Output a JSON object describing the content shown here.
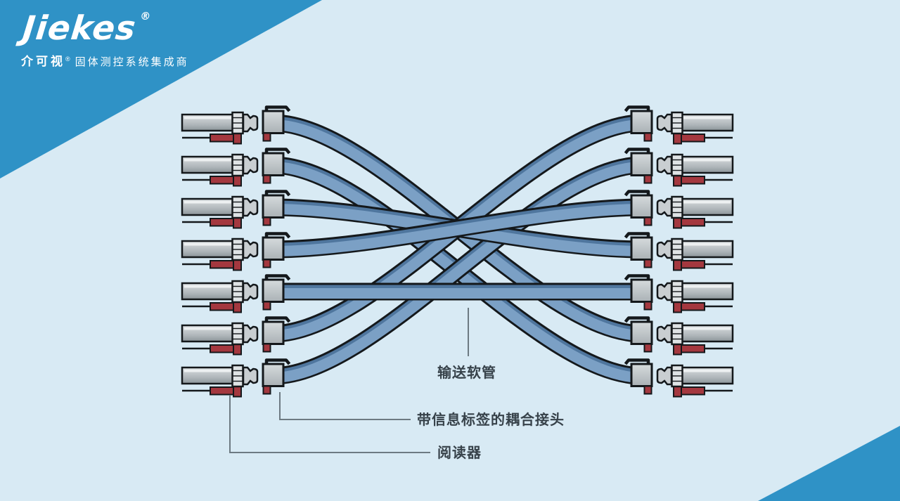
{
  "logo": {
    "brand": "Jiekes",
    "registered_mark": "®",
    "tagline_bold": "介可视",
    "tagline_reg": "®",
    "tagline_rest": "固体测控系统集成商"
  },
  "diagram": {
    "labels": {
      "hose": "输送软管",
      "coupler": "带信息标签的耦合接头",
      "reader": "阅读器"
    },
    "rows": 7,
    "row_centers": [
      175,
      235,
      295,
      355,
      415,
      475,
      535
    ],
    "connections_left_to_right": [
      [
        1,
        6
      ],
      [
        2,
        7
      ],
      [
        6,
        1
      ],
      [
        7,
        2
      ],
      [
        3,
        4
      ],
      [
        4,
        3
      ],
      [
        5,
        5
      ]
    ],
    "colors": {
      "background": "#d8eaf4",
      "corner_triangle": "#2f92c6",
      "hose_main": "#6f95bd",
      "hose_shadow": "#4f769e",
      "hose_highlight": "#7ba0c5",
      "outline": "#14181b",
      "metal_light": "#d9dee0",
      "metal": "#b5bcc0",
      "metal_dark": "#8c9499",
      "collar_fill": "#dfe3e5",
      "nozzle_fill": "#c9ced1",
      "reader_red": "#a4383f",
      "label_text": "#37424a",
      "leader_line": "#6d7a82"
    }
  }
}
